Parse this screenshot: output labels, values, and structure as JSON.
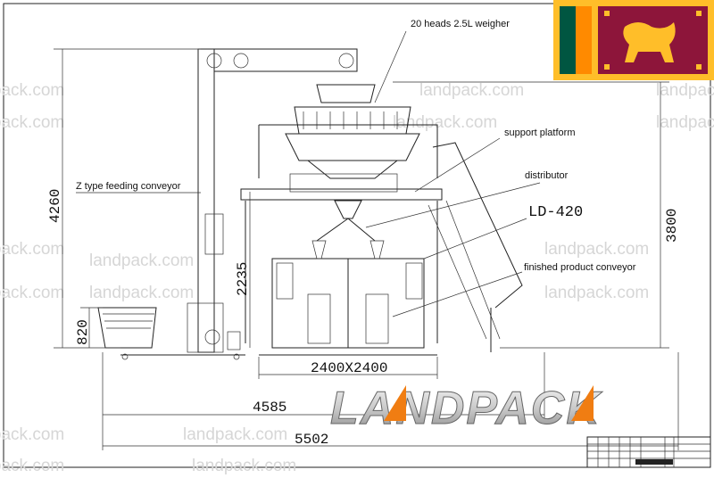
{
  "labels": {
    "weigher": "20 heads 2.5L weigher",
    "support_platform": "support platform",
    "distributor": "distributor",
    "model": "LD-420",
    "finished_conveyor": "finished product conveyor",
    "z_conveyor": "Z type feeding conveyor"
  },
  "dimensions": {
    "total_height": "4260",
    "conveyor_height": "820",
    "platform_height": "2235",
    "machine_height": "3800",
    "footprint": "2400X2400",
    "width_inner": "4585",
    "width_total": "5502"
  },
  "watermark": "landpack.com",
  "logo": "LANDPACK",
  "flag": {
    "colors": {
      "green": "#005641",
      "saffron": "#FF8A00",
      "maroon": "#8D153A",
      "gold": "#FFBE29"
    }
  }
}
